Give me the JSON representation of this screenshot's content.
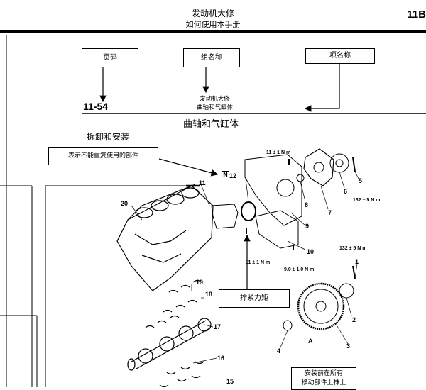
{
  "header": {
    "title": "发动机大修",
    "subtitle": "如何使用本手册",
    "page_code": "11B"
  },
  "legend": {
    "page_number_label": "页码",
    "group_name_label": "组名称",
    "item_name_label": "项名称",
    "example_page_number": "11-54",
    "example_group_line1": "发动机大修",
    "example_group_line2": "曲轴和气缸体"
  },
  "section": {
    "title": "曲轴和气缸体",
    "subtitle": "拆卸和安装"
  },
  "callouts": {
    "non_reusable": "表示不能重复使用的部件",
    "tightening_torque": "拧紧力矩",
    "apply_oil_line1": "安装前在所有",
    "apply_oil_line2": "移动部件上抹上"
  },
  "torques": {
    "t_top_left": "11 ± 1 N m",
    "t_right_5": "132 ± 5 N m",
    "t_flywheel": "132 ± 5 N m",
    "t_lower_mid": "11 ± 1 N m",
    "t_lower_10": "9.0 ± 1.0 N m"
  },
  "non_reusable_marker": "N",
  "part_numbers": {
    "p1": "1",
    "p2": "2",
    "p3": "3",
    "p4": "4",
    "p5": "5",
    "p6": "6",
    "p7": "7",
    "p8": "8",
    "p9": "9",
    "p10": "10",
    "p11": "11",
    "p12": "12",
    "p15": "15",
    "p16": "16",
    "p17": "17",
    "p18": "18",
    "p19": "19",
    "p20": "20",
    "pA": "A"
  }
}
